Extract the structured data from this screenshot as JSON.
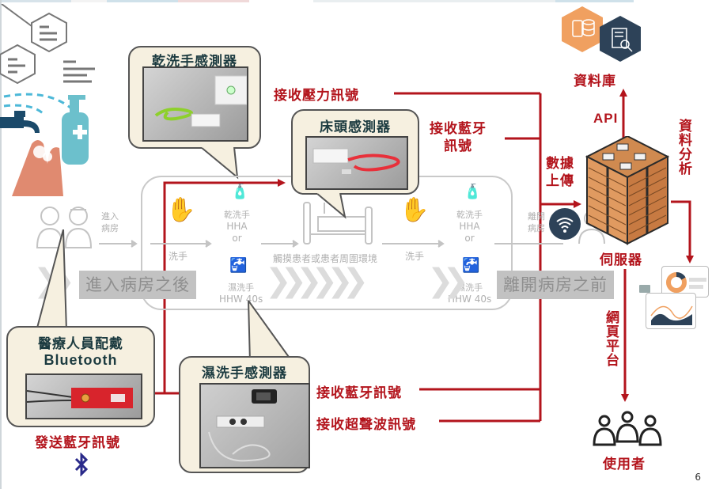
{
  "slide": {
    "page_number": "6",
    "accent_color": "#b3141c",
    "bubble_color": "#f6f0e0"
  },
  "sensors": {
    "dry_hand": {
      "title": "乾洗手感測器"
    },
    "bedside": {
      "title": "床頭感測器"
    },
    "wet_hand": {
      "title": "濕洗手感測器"
    },
    "wearable": {
      "title_line1": "醫療人員配戴",
      "title_line2": "Bluetooth"
    }
  },
  "signals": {
    "pressure": "接收壓力訊號",
    "bluetooth_bedside_line1": "接收藍牙",
    "bluetooth_bedside_line2": "訊號",
    "bluetooth_wet": "接收藍牙訊號",
    "ultrasonic": "接收超聲波訊號",
    "send_bluetooth": "發送藍牙訊號"
  },
  "flow": {
    "enter_room_line1": "進入",
    "enter_room_line2": "病房",
    "wash_hands": "洗手",
    "dry_wash_line1": "乾洗手",
    "dry_wash_line2": "HHA",
    "or": "or",
    "wet_wash_line1": "濕洗手",
    "wet_wash_line2": "HHW 40s",
    "touch_patient": "觸摸患者或患者周圍環境",
    "wash_hands_2": "洗手",
    "dry_wash2_line1": "乾洗手",
    "dry_wash2_line2": "HHA",
    "or_2": "or",
    "wet_wash2_line1": "濕洗手",
    "wet_wash2_line2": "HHW 40s",
    "leave_room_line1": "離開",
    "leave_room_line2": "病房",
    "banner_after_enter": "進入病房之後",
    "banner_before_leave": "離開病房之前"
  },
  "backend": {
    "data_upload_line1": "數據",
    "data_upload_line2": "上傳",
    "api": "API",
    "database": "資料庫",
    "server": "伺服器",
    "data_analysis": "資料分析",
    "web_platform": "網頁平台",
    "users": "使用者"
  },
  "icons": {
    "bluetooth": "bluetooth-icon",
    "wifi": "wifi-icon",
    "database": "database-icon",
    "document_search": "document-search-icon",
    "server": "server-rack-icon",
    "users": "users-group-icon",
    "dashboard": "dashboard-chart-icon"
  }
}
